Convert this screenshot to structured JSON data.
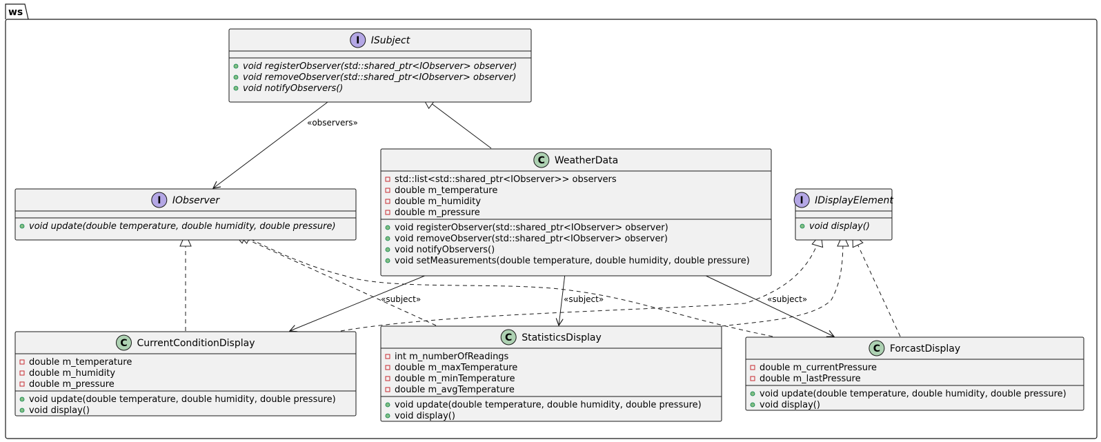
{
  "package": {
    "name": "ws"
  },
  "classes": [
    {
      "id": "isubject",
      "kind": "interface",
      "badge": "I",
      "name": "ISubject",
      "fields": [],
      "methods": [
        "void registerObserver(std::shared_ptr<IObserver> observer)",
        "void removeObserver(std::shared_ptr<IObserver> observer)",
        "void notifyObservers()"
      ]
    },
    {
      "id": "iobserver",
      "kind": "interface",
      "badge": "I",
      "name": "IObserver",
      "fields": [],
      "methods": [
        "void update(double temperature, double humidity, double pressure)"
      ]
    },
    {
      "id": "weatherdata",
      "kind": "class",
      "badge": "C",
      "name": "WeatherData",
      "fields": [
        "std::list<std::shared_ptr<IObserver>> observers",
        "double m_temperature",
        "double m_humidity",
        "double m_pressure"
      ],
      "methods": [
        "void registerObserver(std::shared_ptr<IObserver> observer)",
        "void removeObserver(std::shared_ptr<IObserver> observer)",
        "void notifyObservers()",
        "void setMeasurements(double temperature, double humidity, double pressure)"
      ]
    },
    {
      "id": "idisplayelement",
      "kind": "interface",
      "badge": "I",
      "name": "IDisplayElement",
      "fields": [],
      "methods": [
        "void display()"
      ]
    },
    {
      "id": "currentconditiondisplay",
      "kind": "class",
      "badge": "C",
      "name": "CurrentConditionDisplay",
      "fields": [
        "double m_temperature",
        "double m_humidity",
        "double m_pressure"
      ],
      "methods": [
        "void update(double temperature, double humidity, double pressure)",
        "void display()"
      ]
    },
    {
      "id": "statisticsdisplay",
      "kind": "class",
      "badge": "C",
      "name": "StatisticsDisplay",
      "fields": [
        "int m_numberOfReadings",
        "double m_maxTemperature",
        "double m_minTemperature",
        "double m_avgTemperature"
      ],
      "methods": [
        "void update(double temperature, double humidity, double pressure)",
        "void display()"
      ]
    },
    {
      "id": "forcastdisplay",
      "kind": "class",
      "badge": "C",
      "name": "ForcastDisplay",
      "fields": [
        "double m_currentPressure",
        "double m_lastPressure"
      ],
      "methods": [
        "void update(double temperature, double humidity, double pressure)",
        "void display()"
      ]
    }
  ],
  "relations": [
    {
      "id": "isubject-iobserver",
      "from": "isubject",
      "to": "iobserver",
      "type": "association",
      "label": "«observers»"
    },
    {
      "id": "weatherdata-isubject",
      "from": "weatherdata",
      "to": "isubject",
      "type": "inheritance",
      "label": ""
    },
    {
      "id": "weatherdata-currentconditiondisplay",
      "from": "weatherdata",
      "to": "currentconditiondisplay",
      "type": "association",
      "label": "«subject»"
    },
    {
      "id": "weatherdata-statisticsdisplay",
      "from": "weatherdata",
      "to": "statisticsdisplay",
      "type": "association",
      "label": "«subject»"
    },
    {
      "id": "weatherdata-forcastdisplay",
      "from": "weatherdata",
      "to": "forcastdisplay",
      "type": "association",
      "label": "«subject»"
    },
    {
      "id": "currentconditiondisplay-iobserver",
      "from": "currentconditiondisplay",
      "to": "iobserver",
      "type": "realization",
      "label": ""
    },
    {
      "id": "statisticsdisplay-iobserver",
      "from": "statisticsdisplay",
      "to": "iobserver",
      "type": "realization",
      "label": ""
    },
    {
      "id": "forcastdisplay-iobserver",
      "from": "forcastdisplay",
      "to": "iobserver",
      "type": "realization",
      "label": ""
    },
    {
      "id": "currentconditiondisplay-idisplayelement",
      "from": "currentconditiondisplay",
      "to": "idisplayelement",
      "type": "realization",
      "label": ""
    },
    {
      "id": "statisticsdisplay-idisplayelement",
      "from": "statisticsdisplay",
      "to": "idisplayelement",
      "type": "realization",
      "label": ""
    },
    {
      "id": "forcastdisplay-idisplayelement",
      "from": "forcastdisplay",
      "to": "idisplayelement",
      "type": "realization",
      "label": ""
    }
  ],
  "colors": {
    "box_fill": "#f1f1f1",
    "border": "#181818",
    "interface_badge": "#b4a7e5",
    "class_badge": "#add1b2",
    "public_marker": "#84be84",
    "private_marker": "#c82930"
  }
}
